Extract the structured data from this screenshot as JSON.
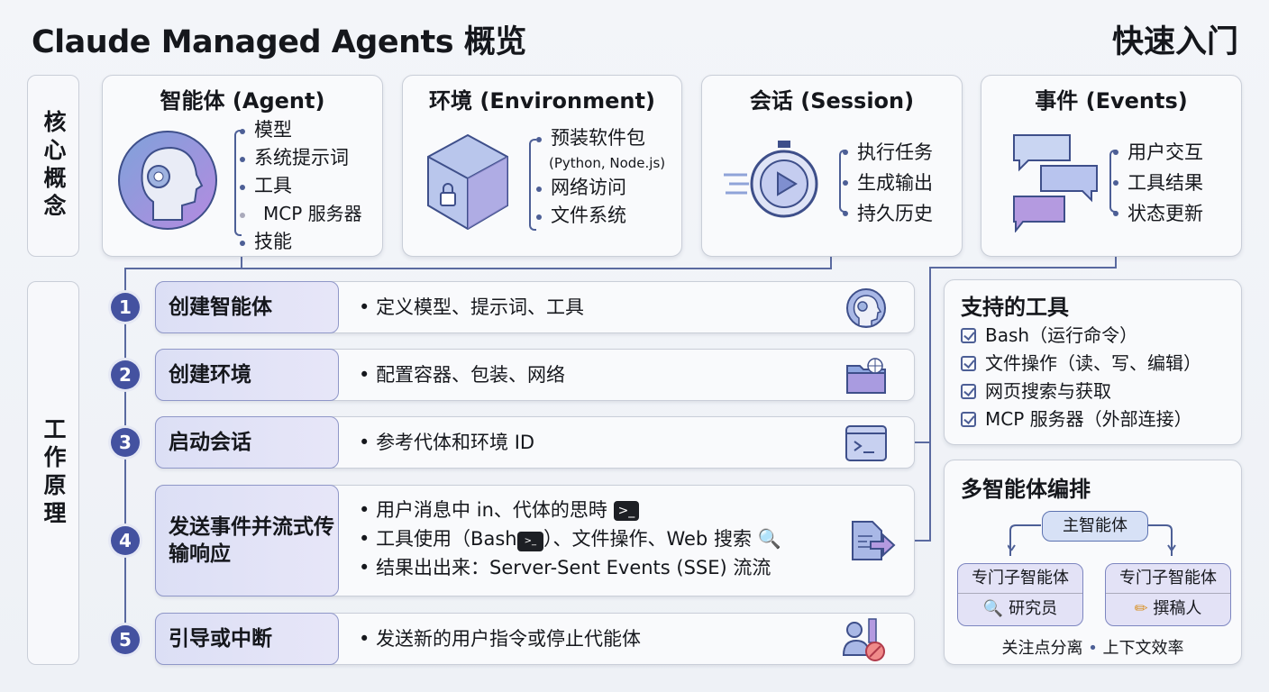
{
  "header": {
    "title": "Claude Managed Agents 概览",
    "quick_start": "快速入门"
  },
  "sections": {
    "core": "核心概念",
    "how": "工作原理"
  },
  "concepts": [
    {
      "title": "智能体 (Agent)",
      "items": [
        "模型",
        "系统提示词",
        "工具",
        "MCP 服务器",
        "技能"
      ]
    },
    {
      "title": "环境 (Environment)",
      "items": [
        "预装软件包",
        "(Python, Node.js)",
        "网络访问",
        "文件系统"
      ]
    },
    {
      "title": "会话 (Session)",
      "items": [
        "执行任务",
        "生成输出",
        "持久历史"
      ]
    },
    {
      "title": "事件 (Events)",
      "items": [
        "用户交互",
        "工具结果",
        "状态更新"
      ]
    }
  ],
  "steps": [
    {
      "num": "1",
      "label": "创建智能体",
      "desc": [
        "定义模型、提示词、工具"
      ]
    },
    {
      "num": "2",
      "label": "创建环境",
      "desc": [
        "配置容器、包装、网络"
      ]
    },
    {
      "num": "3",
      "label": "启动会话",
      "desc": [
        "参考代体和环境 ID"
      ]
    },
    {
      "num": "4",
      "label": "发送事件并流式传输响应",
      "desc": [
        "用户消息中 in、代体的思時",
        "工具使用（Bash",
        "）、文件操作、Web 搜索",
        "结果出出来：Server-Sent Events (SSE) 流流"
      ]
    },
    {
      "num": "5",
      "label": "引导或中断",
      "desc": [
        "发送新的用户指令或停止代能体"
      ]
    }
  ],
  "tools": {
    "title": "支持的工具",
    "items": [
      "Bash（运行命令）",
      "文件操作（读、写、编辑）",
      "网页搜索与获取",
      "MCP 服务器（外部连接）"
    ]
  },
  "multi": {
    "title": "多智能体编排",
    "main": "主智能体",
    "sub_label": "专门子智能体",
    "sub1": "研究员",
    "sub2": "撰稿人",
    "footer1": "关注点分离",
    "footer2": "上下文效率"
  },
  "colors": {
    "accent": "#4452a0",
    "label_bg": "#dcdff5"
  }
}
